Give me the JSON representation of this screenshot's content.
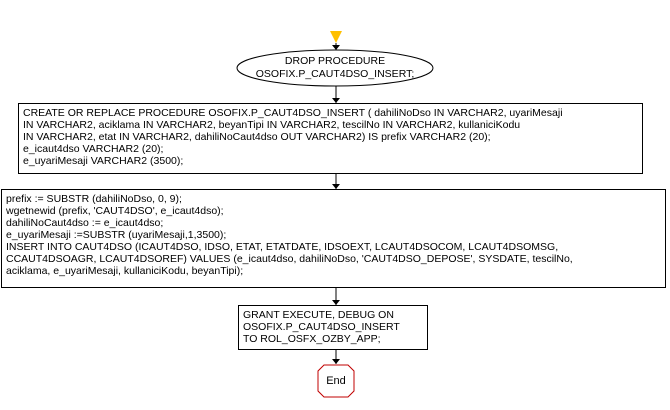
{
  "colors": {
    "start_marker": "#ffc000",
    "end_border": "#c00000",
    "line": "#000000",
    "background": "#ffffff"
  },
  "start": {
    "icon": "start-triangle-icon"
  },
  "drop_procedure": {
    "text": "DROP PROCEDURE\nOSOFIX.P_CAUT4DSO_INSERT;"
  },
  "create_procedure": {
    "text": "CREATE OR REPLACE PROCEDURE OSOFIX.P_CAUT4DSO_INSERT ( dahiliNoDso  IN VARCHAR2, uyariMesaji\nIN VARCHAR2, aciklama  IN VARCHAR2, beyanTipi IN VARCHAR2, tescilNo  IN VARCHAR2, kullaniciKodu\nIN VARCHAR2, etat  IN VARCHAR2, dahiliNoCaut4dso  OUT VARCHAR2) IS prefix  VARCHAR2 (20);\ne_icaut4dso VARCHAR2 (20);\ne_uyariMesaji VARCHAR2 (3500);"
  },
  "body_statements": {
    "text": "prefix := SUBSTR (dahiliNoDso, 0, 9);\nwgetnewid (prefix, 'CAUT4DSO', e_icaut4dso);\ndahiliNoCaut4dso := e_icaut4dso;\ne_uyariMesaji :=SUBSTR (uyariMesaji,1,3500);\nINSERT INTO CAUT4DSO (ICAUT4DSO, IDSO, ETAT, ETATDATE, IDSOEXT, LCAUT4DSOCOM, LCAUT4DSOMSG,\nCCAUT4DSOAGR, LCAUT4DSOREF) VALUES (e_icaut4dso, dahiliNoDso, 'CAUT4DSO_DEPOSE', SYSDATE, tescilNo,\naciklama, e_uyariMesaji, kullaniciKodu, beyanTipi);"
  },
  "grant": {
    "text": "GRANT EXECUTE, DEBUG ON\nOSOFIX.P_CAUT4DSO_INSERT\nTO ROL_OSFX_OZBY_APP;"
  },
  "end": {
    "label": "End"
  }
}
